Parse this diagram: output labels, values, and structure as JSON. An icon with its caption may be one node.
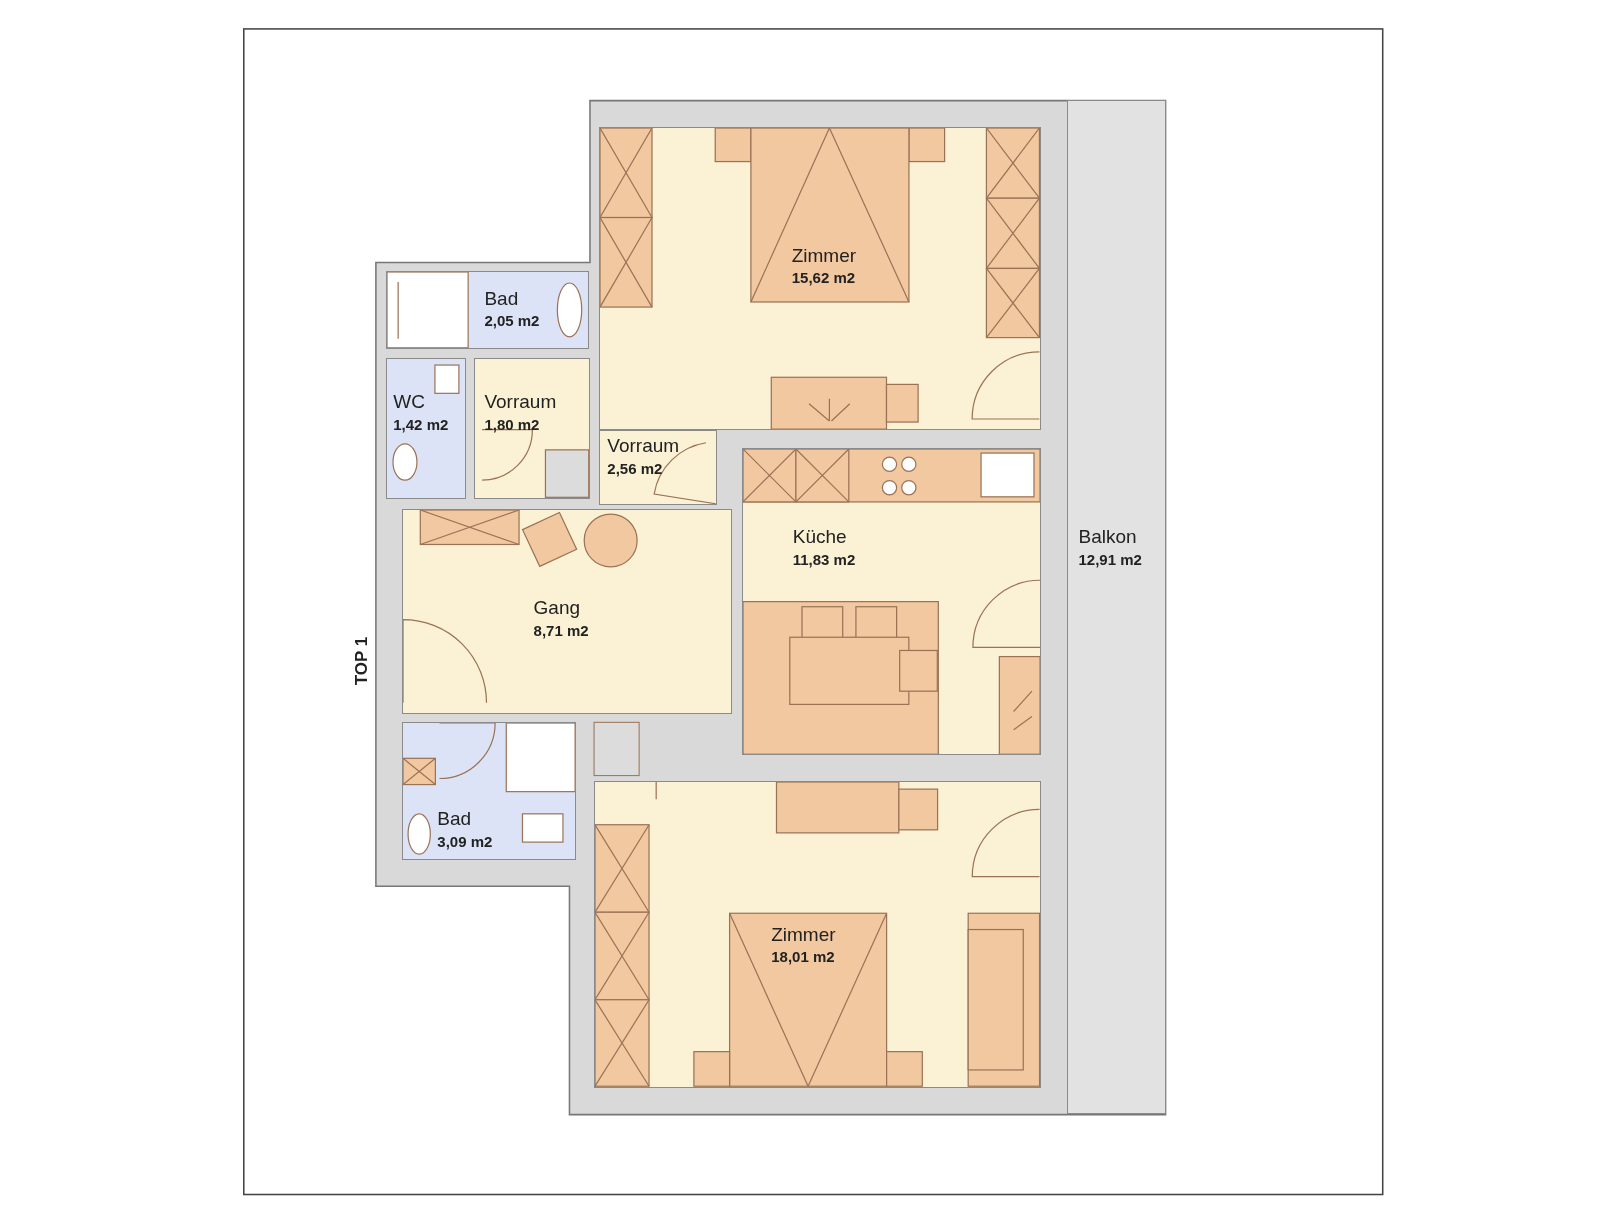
{
  "diagram": {
    "nodes": [
      {
        "text": [
          "Zimmer",
          "15,62 m2"
        ]
      },
      {
        "text": [
          "Bad",
          "2,05 m2"
        ]
      },
      {
        "text": [
          "WC",
          "1,42 m2"
        ]
      },
      {
        "text": [
          "Vorraum",
          "1,80 m2"
        ]
      },
      {
        "text": [
          "Vorraum",
          "2,56 m2"
        ]
      },
      {
        "text": [
          "Küche",
          "11,83 m2"
        ]
      },
      {
        "text": [
          "Balkon",
          "12,91 m2"
        ]
      },
      {
        "text": [
          "Gang",
          "8,71 m2"
        ]
      },
      {
        "text": [
          "Bad",
          "3,09 m2"
        ]
      },
      {
        "text": [
          "Zimmer",
          "18,01 m2"
        ]
      }
    ],
    "labels": [
      "TOP 1"
    ]
  }
}
